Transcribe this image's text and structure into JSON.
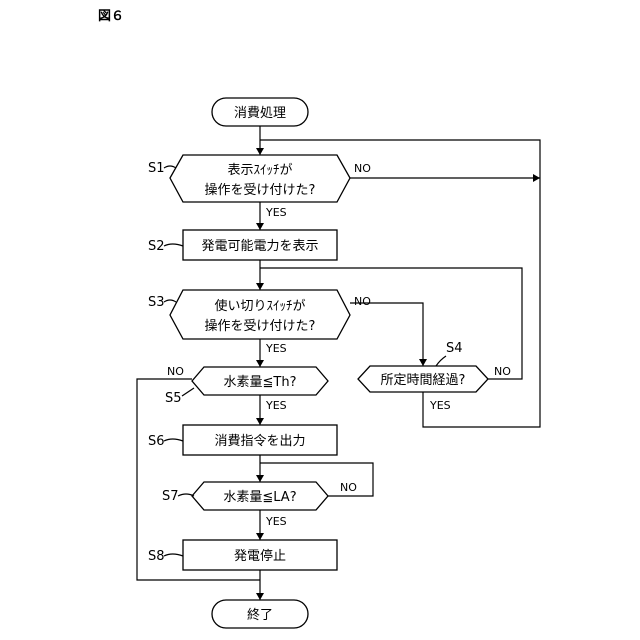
{
  "figure_label": "図６",
  "nodes": {
    "start": "消費処理",
    "s1_line1": "表示ｽｲｯﾁが",
    "s1_line2": "操作を受け付けた?",
    "s2": "発電可能電力を表示",
    "s3_line1": "使い切りｽｲｯﾁが",
    "s3_line2": "操作を受け付けた?",
    "s4": "所定時間経過?",
    "s5": "水素量≦Th?",
    "s6": "消費指令を出力",
    "s7": "水素量≦LA?",
    "s8": "発電停止",
    "end": "終了"
  },
  "step_labels": {
    "s1": "S1",
    "s2": "S2",
    "s3": "S3",
    "s4": "S4",
    "s5": "S5",
    "s6": "S6",
    "s7": "S7",
    "s8": "S8"
  },
  "branch_labels": {
    "s1_yes": "YES",
    "s1_no": "NO",
    "s3_yes": "YES",
    "s3_no": "NO",
    "s4_yes": "YES",
    "s4_no": "NO",
    "s5_yes": "YES",
    "s5_no": "NO",
    "s7_yes": "YES",
    "s7_no": "NO"
  }
}
